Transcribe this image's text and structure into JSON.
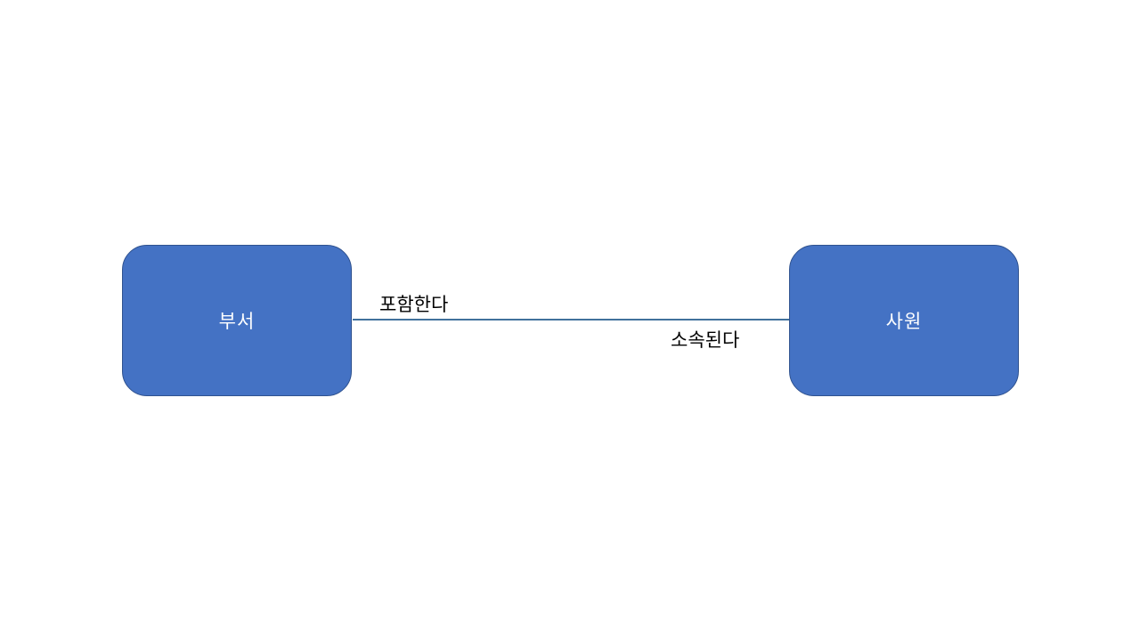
{
  "diagram": {
    "type": "entity-relationship",
    "entities": [
      {
        "id": "department",
        "label": "부서"
      },
      {
        "id": "employee",
        "label": "사원"
      }
    ],
    "relationship": {
      "from": "부서",
      "to": "사원",
      "label_near_department": "포함한다",
      "label_near_employee": "소속된다"
    },
    "colors": {
      "entity_fill": "#4472C4",
      "entity_border": "#2F528F",
      "entity_text": "#FFFFFF",
      "connector": "#41719C",
      "relationship_text": "#000000",
      "background": "#FFFFFF"
    }
  }
}
